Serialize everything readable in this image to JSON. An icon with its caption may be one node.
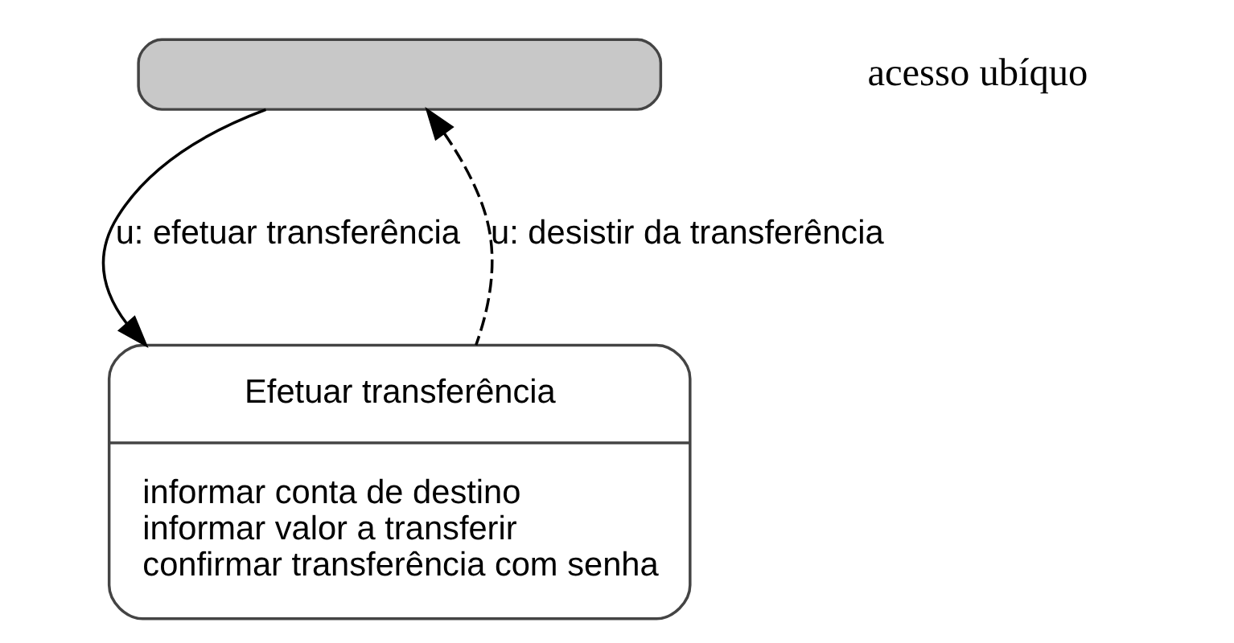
{
  "diagram": {
    "nodes": [
      {
        "text": [],
        "shape": "box"
      },
      {
        "text": [
          "Efetuar transferência",
          "informar conta de destino",
          "informar valor a transferir",
          "confirmar transferência com senha"
        ]
      }
    ],
    "edges": [
      {
        "from": 0,
        "to": 1,
        "arrow": "to",
        "label": "u: efetuar transferência"
      },
      {
        "from": 1,
        "to": 0,
        "arrow": "to",
        "label": "u: desistir da transferência",
        "style": "dashed"
      }
    ],
    "labels": [
      "acesso ubíquo"
    ]
  }
}
